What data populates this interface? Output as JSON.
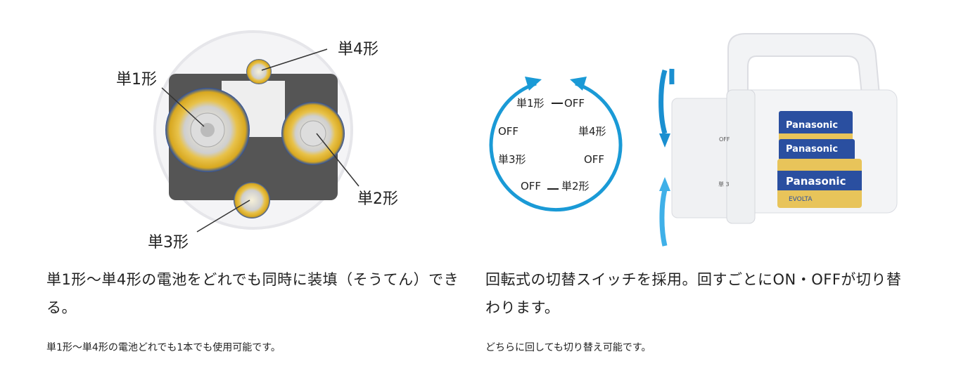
{
  "left": {
    "labels": {
      "d": "単1形",
      "aaa": "単4形",
      "c": "単2形",
      "aa": "単3形"
    },
    "lead": "単1形～単4形の電池をどれでも同時に装填（そうてん）できる。",
    "note": "単1形～単4形の電池どれでも1本でも使用可能です。"
  },
  "right": {
    "dial": {
      "top_left": "単1形",
      "top_right": "OFF",
      "right_upper": "単4形",
      "right_lower": "OFF",
      "bottom_right": "単2形",
      "bottom_left": "OFF",
      "left_lower": "単3形",
      "left_upper": "OFF"
    },
    "lantern": {
      "brand": "Panasonic",
      "series": "EVOLTA",
      "scale_off": "OFF",
      "scale_3": "単 3"
    },
    "lead": "回転式の切替スイッチを採用。回すごとにON・OFFが切り替わります。",
    "note": "どちらに回しても切り替え可能です。"
  },
  "colors": {
    "accent": "#1a9ad6",
    "battery_blue": "#2a4fa0",
    "battery_gold": "#e8c45a"
  }
}
